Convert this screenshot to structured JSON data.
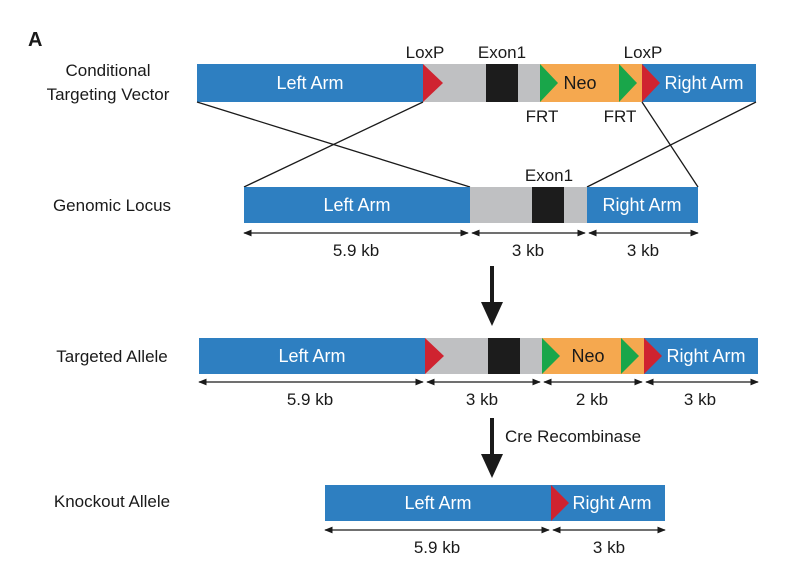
{
  "panel_label": "A",
  "colors": {
    "arm": "#2e7fc1",
    "gray": "#bfc0c2",
    "exon": "#1c1c1c",
    "neo": "#f5a84f",
    "loxp": "#cf2330",
    "frt": "#19a64a",
    "line": "#1a1a1a"
  },
  "rows": {
    "vector": {
      "label_line1": "Conditional",
      "label_line2": "Targeting Vector",
      "left_arm": "Left Arm",
      "right_arm": "Right Arm",
      "neo": "Neo",
      "loxp_left": "LoxP",
      "loxp_right": "LoxP",
      "exon": "Exon1",
      "frt_left": "FRT",
      "frt_right": "FRT"
    },
    "genomic": {
      "label": "Genomic Locus",
      "left_arm": "Left Arm",
      "right_arm": "Right Arm",
      "exon": "Exon1",
      "dims": [
        "5.9 kb",
        "3 kb",
        "3 kb"
      ]
    },
    "targeted": {
      "label": "Targeted Allele",
      "left_arm": "Left Arm",
      "right_arm": "Right Arm",
      "neo": "Neo",
      "dims": [
        "5.9 kb",
        "3 kb",
        "2 kb",
        "3 kb"
      ]
    },
    "knockout": {
      "label": "Knockout Allele",
      "left_arm": "Left Arm",
      "right_arm": "Right Arm",
      "dims": [
        "5.9 kb",
        "3 kb"
      ]
    }
  },
  "arrows": {
    "cre_label": "Cre Recombinase"
  }
}
